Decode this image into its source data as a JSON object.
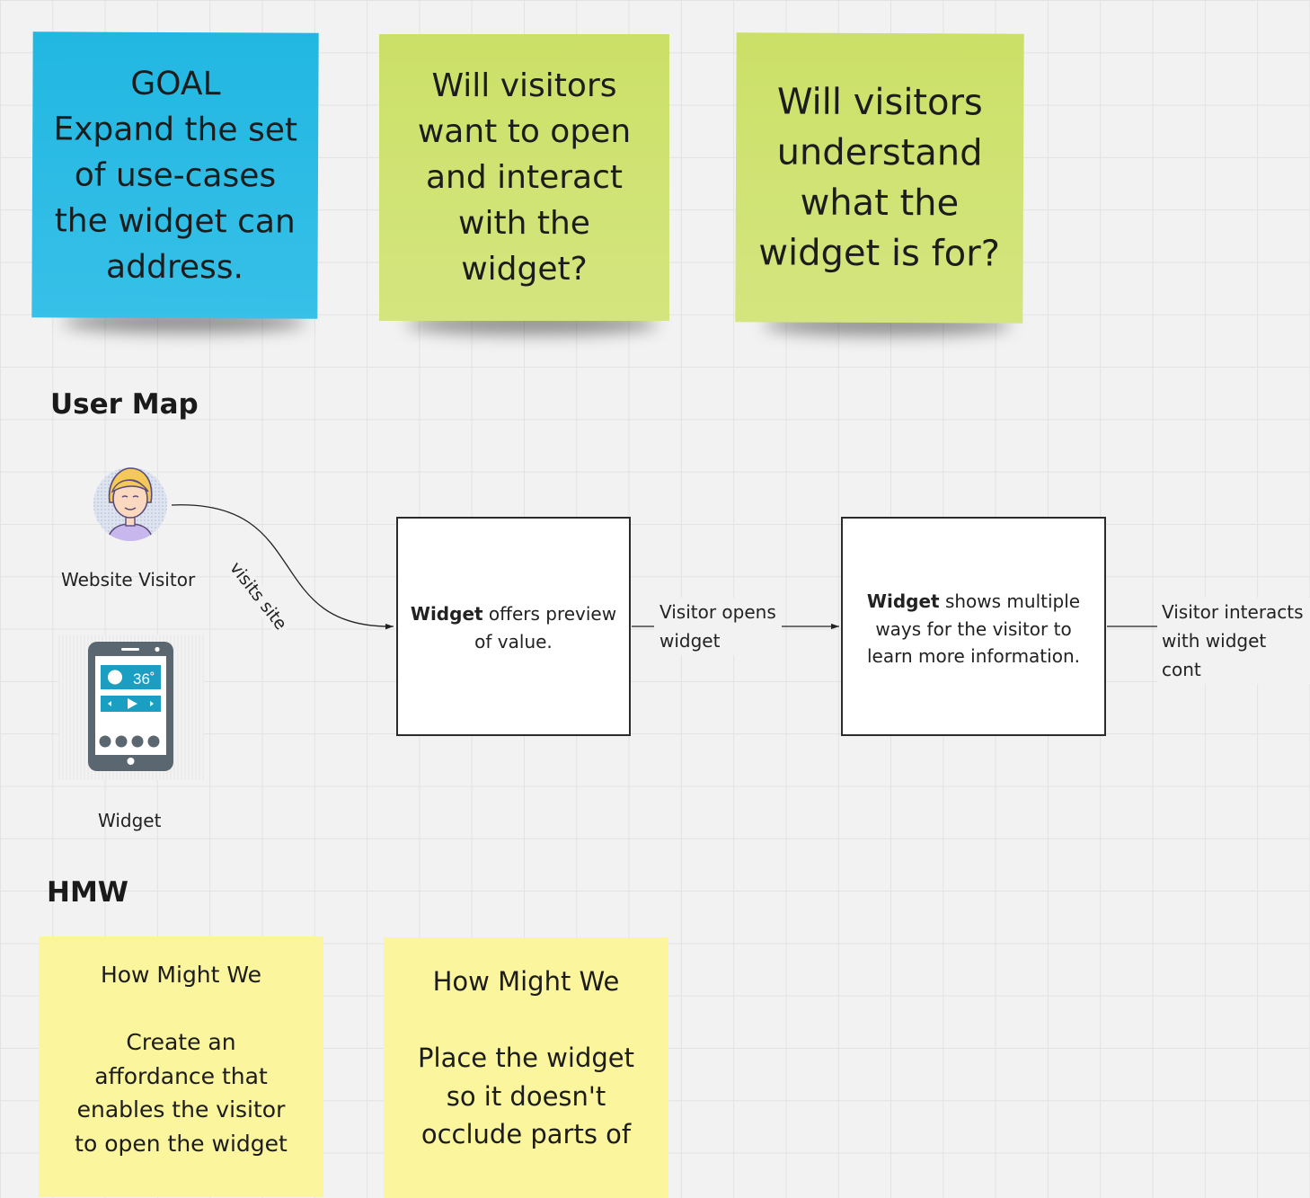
{
  "stickies": {
    "goal": "GOAL\nExpand the set\nof use-cases\nthe widget can\naddress.",
    "question_open": "Will visitors\nwant to open\nand interact\nwith the\nwidget?",
    "question_understand": "Will visitors\nunderstand\nwhat the\nwidget is for?"
  },
  "user_map": {
    "heading": "User Map",
    "actors": {
      "visitor_label": "Website Visitor",
      "widget_label": "Widget",
      "widget_screen_value": "36˚"
    },
    "connectors": {
      "visits_site": "visits site",
      "visitor_opens": "Visitor opens\nwidget",
      "visitor_interacts": "Visitor interacts\nwith widget cont"
    },
    "steps": [
      {
        "strong": "Widget",
        "rest": " offers preview\nof value."
      },
      {
        "strong": "Widget",
        "rest": " shows multiple\nways for the visitor to\nlearn more information."
      }
    ]
  },
  "hmw": {
    "heading": "HMW",
    "cards": [
      "How Might We\n\nCreate an\naffordance that\nenables the visitor\nto open the widget",
      "How Might We\n\nPlace the widget\nso it doesn't\nocclude parts of"
    ]
  },
  "colors": {
    "goal_sticky": "#21b7e1",
    "question_sticky": "#cbe067",
    "hmw_sticky": "#fbf59d",
    "avatar_bg": "#dde3ef",
    "avatar_shirt": "#c7b7ec",
    "widget_icon": "#5b6770",
    "widget_accent": "#1a9fc2"
  }
}
